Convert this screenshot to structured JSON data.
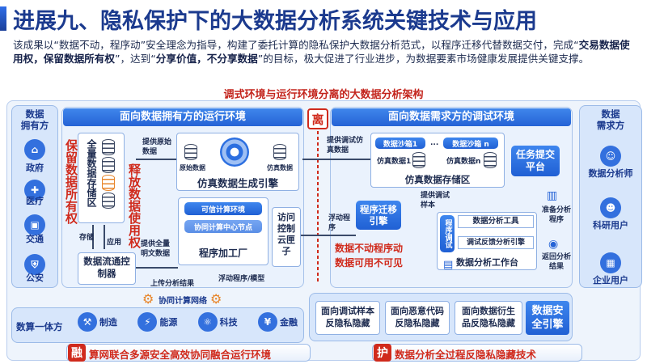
{
  "title": "进展九、隐私保护下的大数据分析系统关键技术与应用",
  "intro": {
    "p1": "该成果以“数据不动，程序动”安全理念为指导，构建了委托计算的隐私保护大数据分析范式，以程序迁移代替数据交付，完成“",
    "b1": "交易数据使用权，保留数据所有权",
    "p2": "”，达到“",
    "b2": "分享价值，不分享数据",
    "p3": "”的目标，极大促进了行业进步，为数据要素市场健康发展提供关键支撑。"
  },
  "arch_title": "调式环境与运行环境分离的大数据分析架构",
  "left_side": {
    "title": "数据\n拥有方",
    "items": [
      "政府",
      "医疗",
      "交通",
      "公安"
    ]
  },
  "right_side": {
    "title": "数据\n需求方",
    "items": [
      "数据分析师",
      "科研用户",
      "企业用户"
    ]
  },
  "owner_env": {
    "header": "面向数据拥有方的运行环境",
    "retain": "保留数据所有权",
    "full_store": "全量数据存储区",
    "release": "释放数据使用权",
    "store_label": "存储",
    "apply_label": "应用",
    "provide_raw": "提供原始数据",
    "raw_data": "原始数据",
    "sim_data": "仿真数据",
    "sim_engine": "仿真数据生成引擎",
    "provide_full": "提供全量明文数据",
    "trusted_env": "可信计算环境",
    "collab_node": "协同计算中心节点",
    "factory": "程序加工厂",
    "access_ctrl": "访问控制云匣子",
    "flow_ctrl": "数据流通控制器",
    "upload_result": "上传分析结果",
    "float_program": "浮动程序/模型",
    "cross_net": "协同计算网络"
  },
  "separator": "离",
  "demand_env": {
    "header": "面向数据需求方的调试环境",
    "provide_sim": "提供调试仿真数据",
    "sandbox1": "数据沙箱1",
    "sandbox_n": "数据沙箱 n",
    "sim_data1": "仿真数据1",
    "sim_datan": "仿真数据n",
    "ellipsis": "...",
    "sim_store": "仿真数据存储区",
    "task_platform": "任务提交平台",
    "provide_sample": "提供调试样本",
    "migration_engine": "程序迁移引擎",
    "float_program": "浮动程序",
    "program_debug": "程序调试",
    "analysis_tool": "数据分析工具",
    "feedback_engine": "调试反馈分析引擎",
    "workbench": "数据分析工作台",
    "slogan1": "数据不动程序动",
    "slogan2": "数据可用不可见",
    "prepare_program": "准备分析程序",
    "return_result": "返回分析结果"
  },
  "integration": {
    "label": "数算一体方",
    "items": [
      "制造",
      "能源",
      "科技",
      "金融"
    ]
  },
  "privacy": {
    "items": [
      "面向调试样本反隐私隐藏",
      "面向恶意代码反隐私隐藏",
      "面向数据衍生品反隐私隐藏"
    ],
    "engine": "数据安全引擎"
  },
  "footer": {
    "rong_badge": "融",
    "rong_text": "算网联合多源安全高效协同融合运行环境",
    "hu_badge": "护",
    "hu_text": "数据分析全过程反隐私隐藏技术"
  },
  "colors": {
    "accent": "#2563d6",
    "title": "#1b3a8e",
    "red": "#d02a1c",
    "orange": "#e8852a"
  }
}
